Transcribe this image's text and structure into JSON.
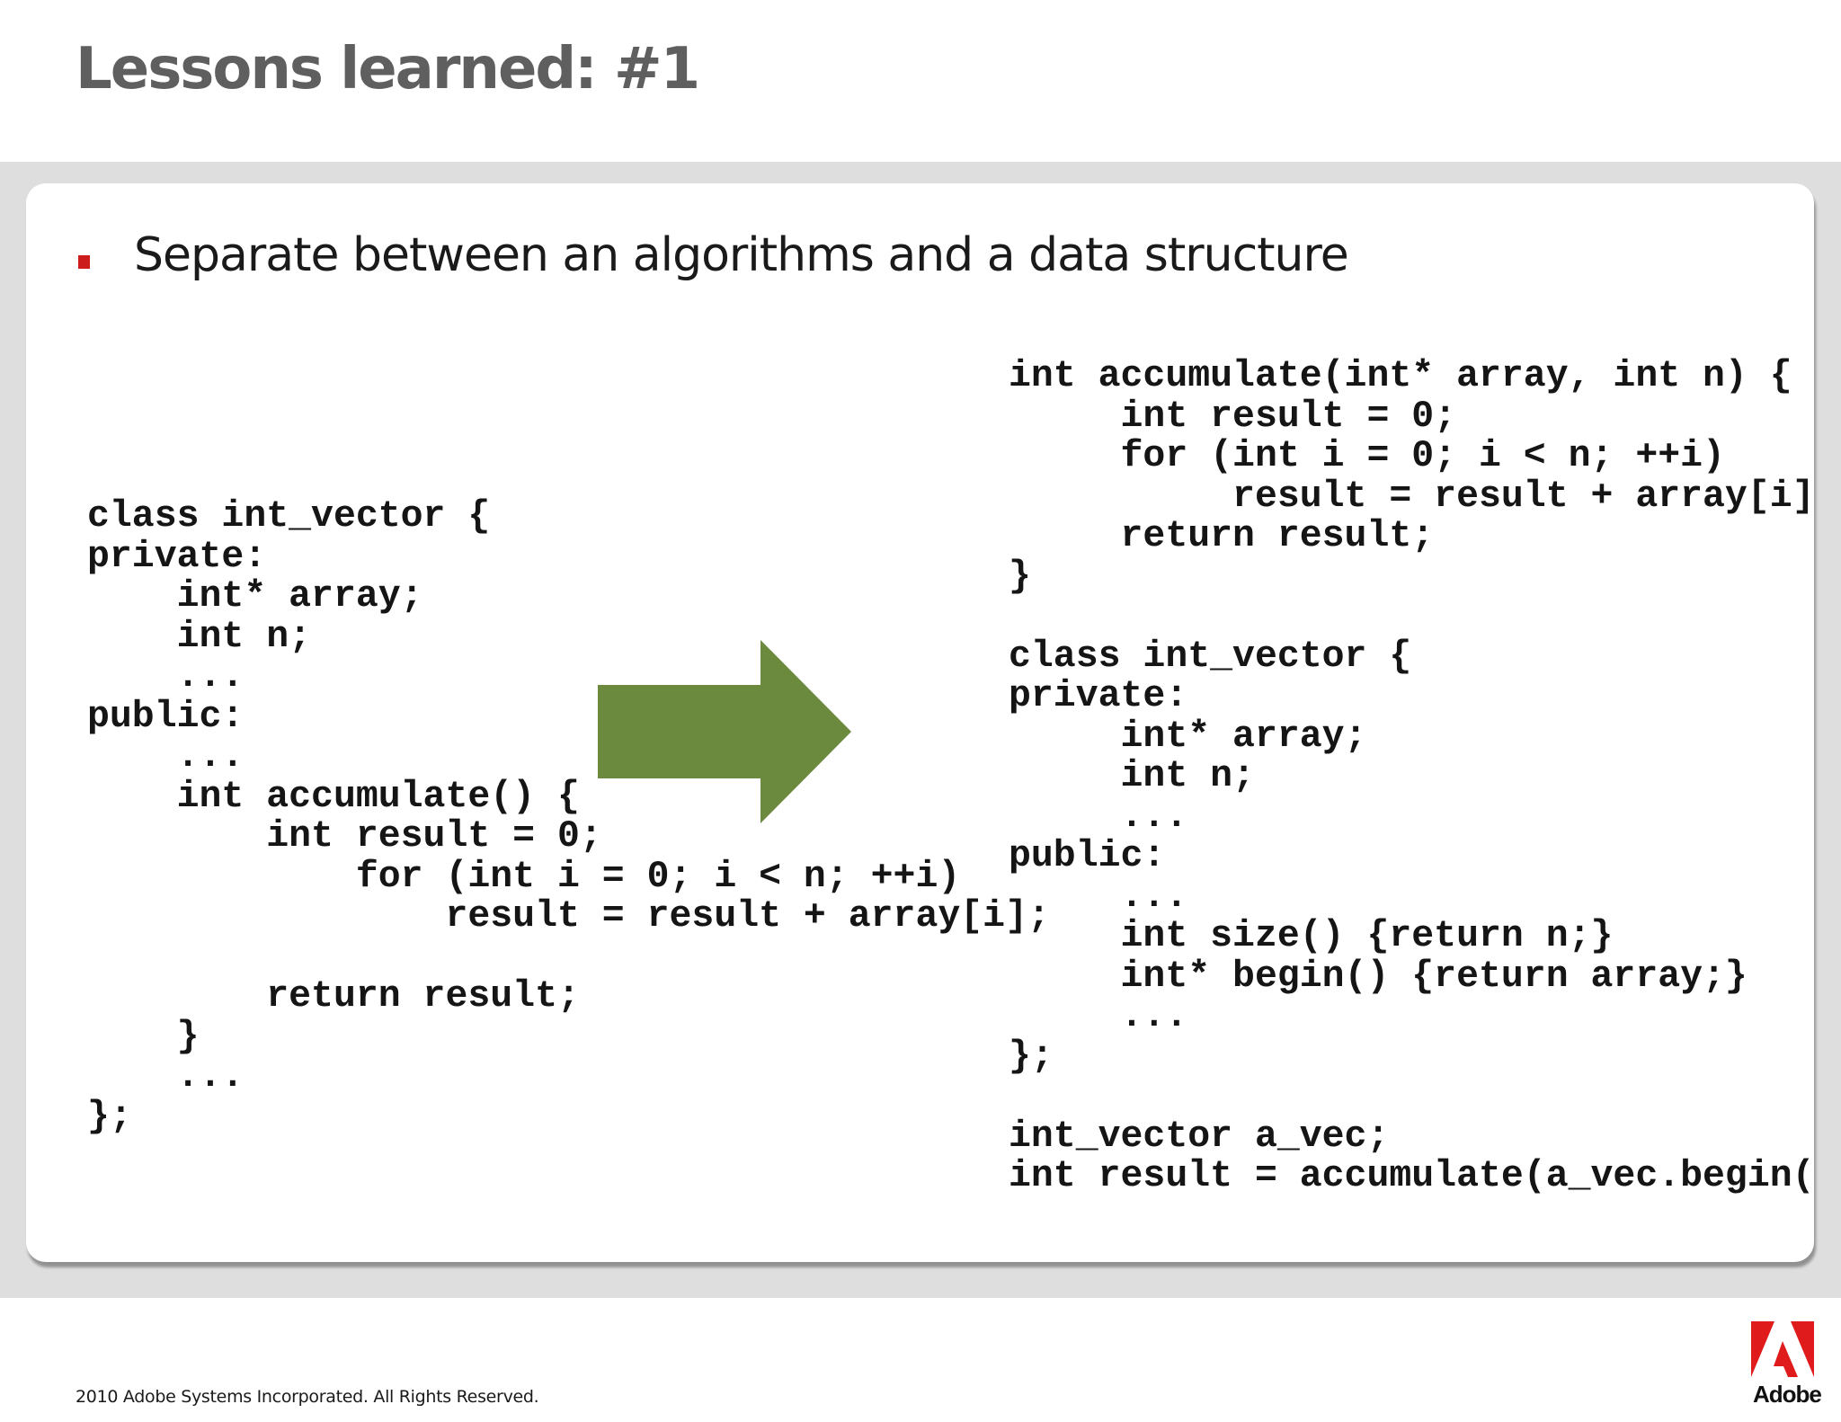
{
  "slide": {
    "title": "Lessons learned: #1",
    "bullet": "Separate between an algorithms and a data structure"
  },
  "code": {
    "left": "class int_vector {\nprivate:\n    int* array;\n    int n;\n    ...\npublic:\n    ...\n    int accumulate() {\n        int result = 0;\n            for (int i = 0; i < n; ++i)\n                result = result + array[i];\n\n        return result;\n    }\n    ...\n};",
    "right": "int accumulate(int* array, int n) {\n     int result = 0;\n     for (int i = 0; i < n; ++i)\n          result = result + array[i];\n     return result;\n}\n\nclass int_vector {\nprivate:\n     int* array;\n     int n;\n     ...\npublic:\n     ...\n     int size() {return n;}\n     int* begin() {return array;}\n     ...\n};\n\nint_vector a_vec;\nint result = accumulate(a_vec.begin(), a_vec.size());"
  },
  "footer": {
    "copyright": "2010 Adobe Systems Incorporated.  All Rights Reserved.",
    "logo_text": "Adobe"
  },
  "colors": {
    "accent_red": "#cc1c1c",
    "arrow_green": "#6b8a3e",
    "title_gray": "#5f5f5f"
  },
  "icons": {
    "arrow": "right-arrow-icon",
    "logo": "adobe-logo-icon"
  }
}
